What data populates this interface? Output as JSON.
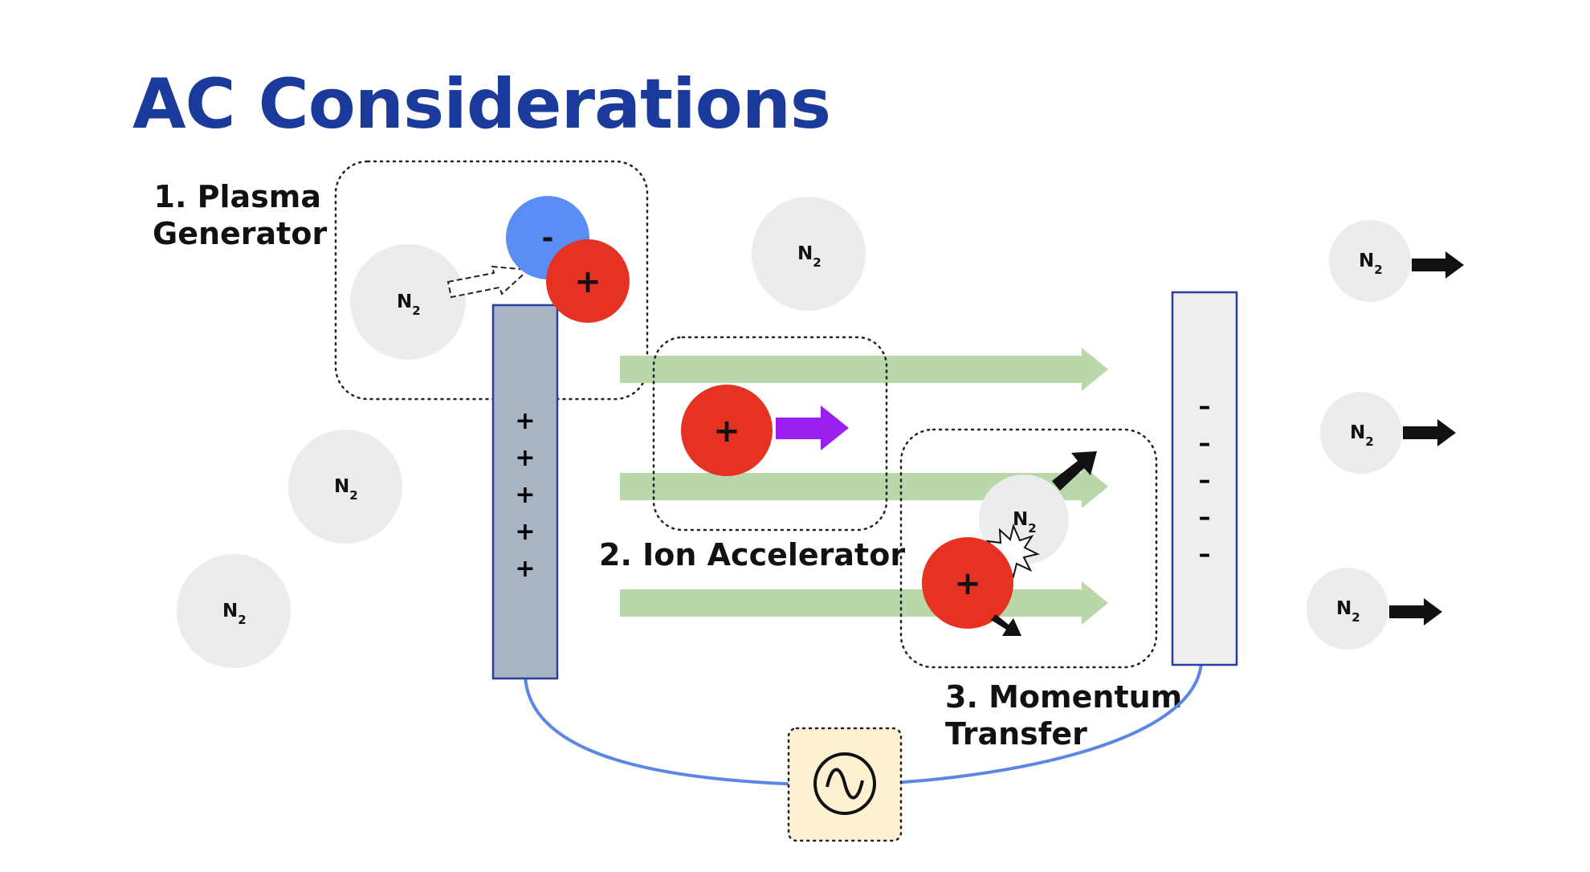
{
  "title": "AC Considerations",
  "labels": {
    "plasma_generator": [
      "1. Plasma",
      "Generator"
    ],
    "ion_accelerator": "2. Ion Accelerator",
    "momentum_transfer": [
      "3. Momentum",
      "Transfer"
    ]
  },
  "molecule": {
    "symbol": "N",
    "subscript": "2"
  },
  "charges": {
    "positive": "+",
    "negative": "-",
    "cathode": "–"
  },
  "colors": {
    "title": "#1a3a9c",
    "molecule": "#ececec",
    "ion_positive": "#e63222",
    "electron": "#5b8ef5",
    "anode": "#a8b4c4",
    "cathode": "#eeeeee",
    "electrode_border": "#2b3f9e",
    "flow_arrow": "#b9d7a8",
    "velocity_arrow": "#9b1ff0",
    "wire": "#5b86e6",
    "ac_source_box": "#fdf1d2"
  }
}
